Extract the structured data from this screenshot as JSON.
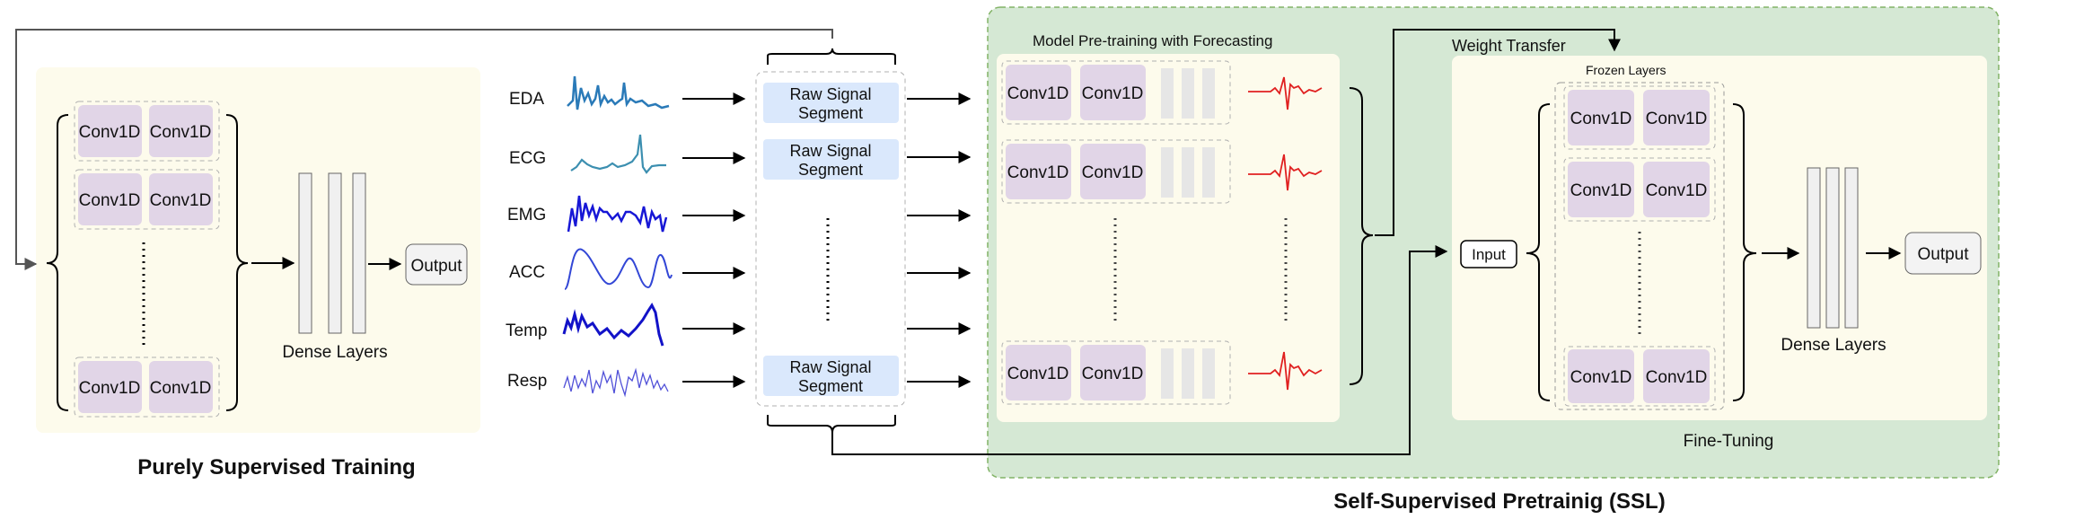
{
  "supervised": {
    "title": "Purely Supervised Training",
    "block_label": "Conv1D",
    "dense_label": "Dense Layers",
    "output_label": "Output"
  },
  "signals": {
    "names": [
      "EDA",
      "ECG",
      "EMG",
      "ACC",
      "Temp",
      "Resp"
    ]
  },
  "segments": {
    "label_line1": "Raw Signal",
    "label_line2": "Segment"
  },
  "ssl": {
    "title": "Self-Supervised Pretrainig (SSL)",
    "pretrain_title": "Model Pre-training with Forecasting",
    "weight_transfer": "Weight Transfer",
    "frozen_layers": "Frozen Layers",
    "input_label": "Input",
    "dense_label": "Dense Layers",
    "output_label": "Output",
    "finetune_label": "Fine-Tuning",
    "block_label": "Conv1D"
  },
  "colors": {
    "supervised_panel": "#fdfbec",
    "ssl_panel": "#d5e8d4",
    "ssl_border": "#82b366",
    "conv_fill": "#e1d5e7",
    "segment_fill": "#dae8fc",
    "forecast_wave": "#e02020",
    "signal_blue": "#1f5fbf"
  }
}
